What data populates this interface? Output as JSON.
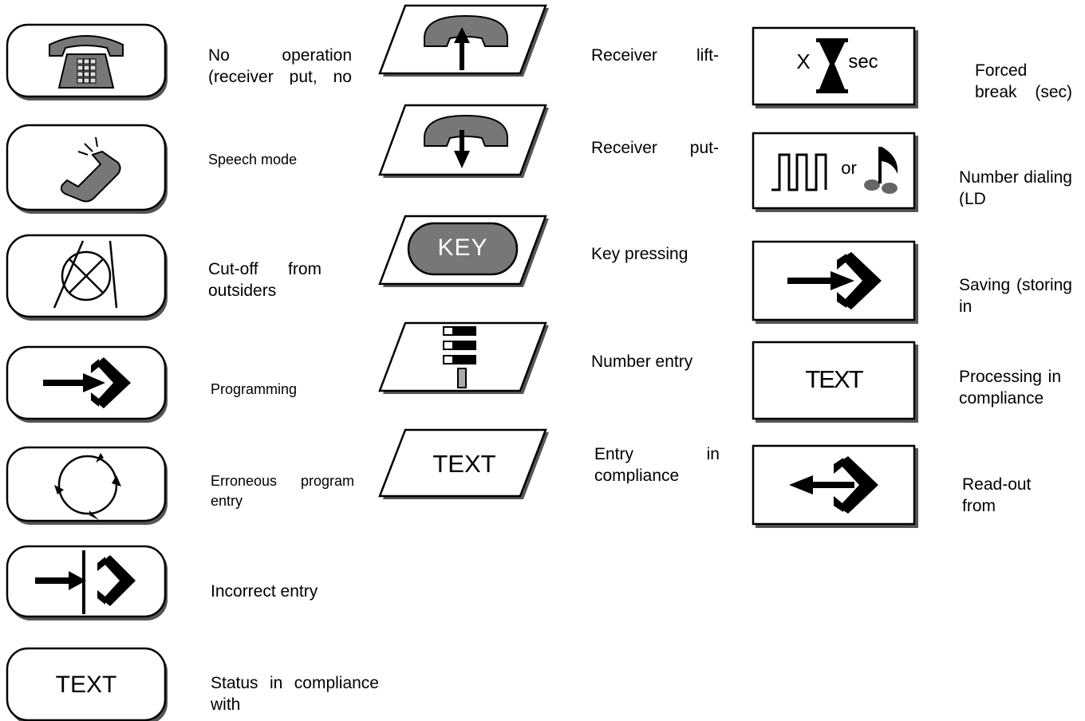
{
  "left_column": [
    {
      "label": "No operation (receiver put, no",
      "icon": "telephone-keypad-icon"
    },
    {
      "label": "Speech mode",
      "icon": "handset-speaking-icon"
    },
    {
      "label": "Cut-off from outsiders",
      "icon": "cut-off-icon"
    },
    {
      "label": "Programming",
      "icon": "programming-arrow-icon"
    },
    {
      "label": "Erroneous program entry",
      "icon": "circular-arrows-icon"
    },
    {
      "label": "Incorrect entry",
      "icon": "blocked-entry-icon"
    },
    {
      "label": "Status in compliance with",
      "box_text": "TEXT"
    }
  ],
  "middle_column": [
    {
      "label": "Receiver lift-",
      "icon": "receiver-lift-icon"
    },
    {
      "label": "Receiver put-",
      "icon": "receiver-put-icon"
    },
    {
      "label": "Key pressing",
      "key_text": "KEY"
    },
    {
      "label": "Number entry",
      "icon": "number-keypad-icon"
    },
    {
      "label": "Entry in compliance",
      "box_text": "TEXT"
    }
  ],
  "right_column": [
    {
      "label": "Forced break (sec)",
      "sec_prefix": "X",
      "sec_suffix": "sec",
      "icon": "hourglass-icon"
    },
    {
      "label": "Number dialing (LD",
      "or_text": "or",
      "icon": "pulse-or-tone-icon"
    },
    {
      "label": "Saving (storing in",
      "icon": "saving-arrow-icon"
    },
    {
      "label": "Processing in compliance",
      "box_text": "TEXT"
    },
    {
      "label": "Read-out from",
      "icon": "read-out-arrow-icon"
    }
  ]
}
